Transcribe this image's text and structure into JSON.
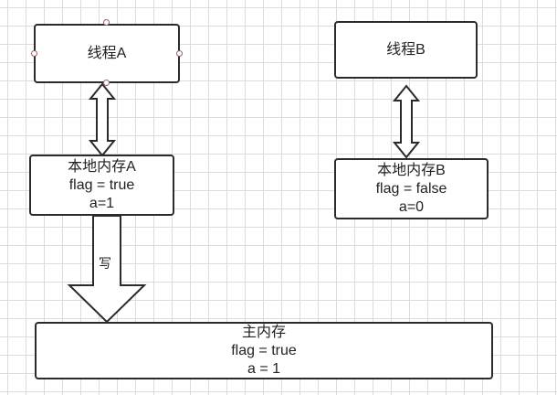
{
  "thread_a": {
    "label": "线程A"
  },
  "thread_b": {
    "label": "线程B"
  },
  "local_a": {
    "title": "本地内存A",
    "flag": "flag = true",
    "a": "a=1"
  },
  "local_b": {
    "title": "本地内存B",
    "flag": "flag = false",
    "a": "a=0"
  },
  "main_memory": {
    "title": "主内存",
    "flag": "flag = true",
    "a": "a = 1"
  },
  "write_arrow": {
    "label": "写"
  }
}
